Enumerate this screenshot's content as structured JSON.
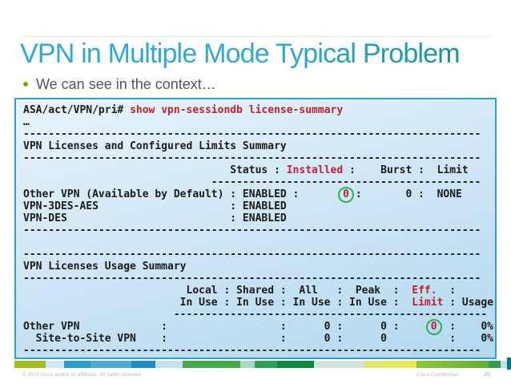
{
  "title": "VPN in Multiple Mode Typical Problem",
  "bullet": {
    "text": "We can see in the context…"
  },
  "console": {
    "lines": [
      {
        "segments": [
          {
            "text": "ASA/act/VPN/pri# "
          },
          {
            "text": "show vpn-sessiondb license-summary",
            "color": "red"
          }
        ]
      },
      {
        "segments": [
          {
            "text": "…"
          }
        ]
      },
      {
        "segments": [
          {
            "text": "-------------------------------------------------------------------------"
          }
        ]
      },
      {
        "segments": [
          {
            "text": "VPN Licenses and Configured Limits Summary"
          }
        ]
      },
      {
        "segments": [
          {
            "text": "-------------------------------------------------------------------------"
          }
        ]
      },
      {
        "segments": [
          {
            "text": "                                 Status : "
          },
          {
            "text": "Installed",
            "color": "red"
          },
          {
            "text": " :    Burst :  Limit"
          }
        ]
      },
      {
        "segments": [
          {
            "text": "                              -------------------------------------------"
          }
        ]
      },
      {
        "segments": [
          {
            "text": "Other VPN (Available by Default) : ENABLED :       "
          },
          {
            "text": "0",
            "color": "red",
            "circled": true
          },
          {
            "text": " :       0 :  NONE"
          }
        ]
      },
      {
        "segments": [
          {
            "text": "VPN-3DES-AES                     : ENABLED"
          }
        ]
      },
      {
        "segments": [
          {
            "text": "VPN-DES                          : ENABLED"
          }
        ]
      },
      {
        "segments": [
          {
            "text": "-------------------------------------------------------------------------"
          }
        ]
      },
      {
        "segments": [
          {
            "text": ""
          }
        ]
      },
      {
        "segments": [
          {
            "text": "-------------------------------------------------------------------------"
          }
        ]
      },
      {
        "segments": [
          {
            "text": "VPN Licenses Usage Summary"
          }
        ]
      },
      {
        "segments": [
          {
            "text": "-------------------------------------------------------------------------"
          }
        ]
      },
      {
        "segments": [
          {
            "text": "                          Local : Shared :  All   :  Peak  :  "
          },
          {
            "text": "Eff.",
            "color": "red"
          },
          {
            "text": "  :"
          }
        ]
      },
      {
        "segments": [
          {
            "text": "                         In Use : In Use : In Use : In Use :  "
          },
          {
            "text": "Limit",
            "color": "red"
          },
          {
            "text": " : Usage"
          }
        ]
      },
      {
        "segments": [
          {
            "text": "                        --------------------------------------------------"
          }
        ]
      },
      {
        "segments": [
          {
            "text": "Other VPN             :                  :      0 :      0 :     "
          },
          {
            "text": "0",
            "color": "red",
            "circled": true
          },
          {
            "text": "  :    0%"
          }
        ]
      },
      {
        "segments": [
          {
            "text": "  Site-to-Site VPN    :                  :      0 :      0          :    0%"
          }
        ]
      },
      {
        "segments": [
          {
            "text": "-------------------------------------------------------------------------"
          }
        ]
      }
    ]
  },
  "footer": {
    "copyright": "© 2013 Cisco and/or its affiliates. All rights reserved.",
    "confidential": "Cisco Confidential",
    "page": "20"
  },
  "stripe": {
    "segments": [
      {
        "w": 39,
        "c": "#a4bc1c"
      },
      {
        "w": 23,
        "c": "#cfe8f3"
      },
      {
        "w": 33,
        "c": "#2b9cc7"
      },
      {
        "w": 51,
        "c": "#4aaed3"
      },
      {
        "w": 30,
        "c": "#1b8dc2"
      },
      {
        "w": 34,
        "c": "#c5e2ef"
      },
      {
        "w": 72,
        "c": "#46aa4b"
      },
      {
        "w": 18,
        "c": "#a9d6c8"
      },
      {
        "w": 28,
        "c": "#2ba153"
      },
      {
        "w": 46,
        "c": "#0d8843"
      },
      {
        "w": 63,
        "c": "#d2e5dc"
      },
      {
        "w": 65,
        "c": "#dce87b",
        "c2": "#edea4a"
      },
      {
        "w": 90,
        "c": "#8cc63f",
        "c2": "#63b132"
      },
      {
        "w": 15,
        "c": "#2f9e50"
      },
      {
        "w": 8,
        "c": "#c2e1ee"
      },
      {
        "w": 5,
        "c": "#0c7487",
        "tall": true
      }
    ]
  },
  "colors": {
    "title_grad_start": "#2fa8d5",
    "title_grad_end": "#0f9184",
    "bullet_dot": "#85a50e",
    "bullet_text": "#53575a",
    "console_border": "#2f9fd4",
    "console_bg_top": "#e9f4fb",
    "console_bg_bottom": "#b3d9f0",
    "console_text": "#1b1b1b",
    "cmd_red": "#c0232c",
    "circle_green": "#2db34a",
    "footer_text": "#b4b6b8"
  }
}
